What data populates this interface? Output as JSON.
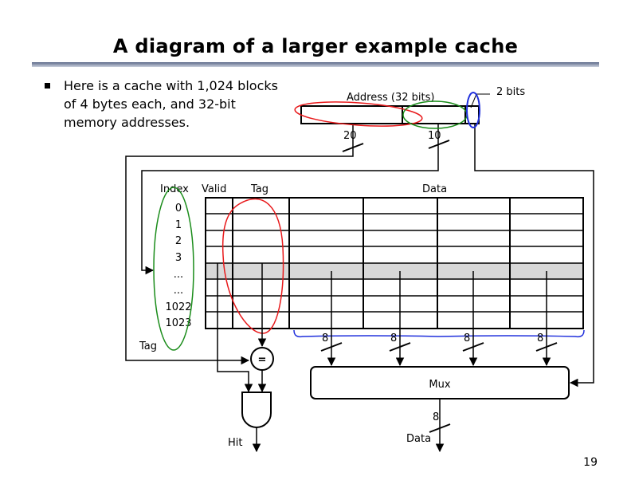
{
  "slide": {
    "title": "A diagram of a larger example cache",
    "bullet": "Here is a cache with 1,024 blocks of 4 bytes each, and 32-bit memory addresses.",
    "page_number": "19"
  },
  "diagram": {
    "address_label": "Address (32 bits)",
    "offset_bits_label": "2 bits",
    "tag_field_width": "20",
    "index_field_width": "10",
    "columns": {
      "index": "Index",
      "valid": "Valid",
      "tag": "Tag",
      "data": "Data"
    },
    "index_labels": [
      "0",
      "1",
      "2",
      "3",
      "...",
      "...",
      "1022",
      "1023"
    ],
    "tag_input_label": "Tag",
    "comparator_symbol": "=",
    "byte_widths": [
      "8",
      "8",
      "8",
      "8"
    ],
    "mux_label": "Mux",
    "mux_output_width": "8",
    "data_output_label": "Data",
    "hit_label": "Hit",
    "colors": {
      "tag_field_loop": "#e8191b",
      "index_field_loop": "#1a8c1a",
      "offset_field_loop": "#1f2fdc",
      "index_column_loop": "#1a8c1a",
      "tag_column_loop": "#e8191b",
      "data_bytes_brace": "#1f2fdc",
      "highlighted_row": "#d8d8d8"
    }
  }
}
